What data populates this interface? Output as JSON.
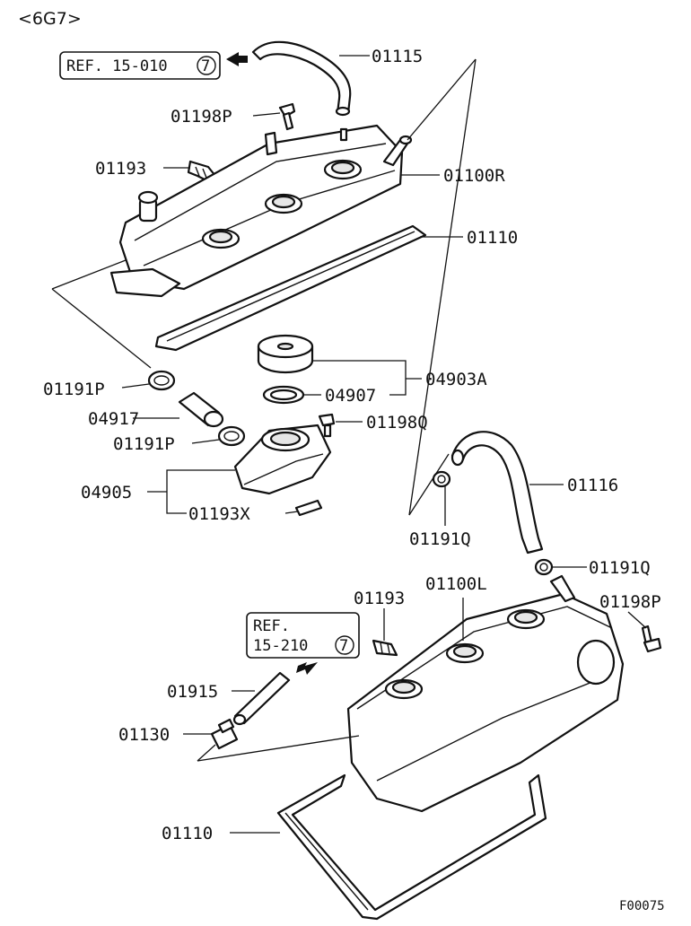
{
  "header": {
    "engine_code": "<6G7>"
  },
  "refs": [
    {
      "text": "REF. 15-010",
      "circled": "7"
    },
    {
      "line1": "REF.",
      "line2": "15-210",
      "circled": "7"
    }
  ],
  "parts": {
    "p01115": "01115",
    "p01198P_top": "01198P",
    "p01193_top": "01193",
    "p01100R": "01100R",
    "p01110_top": "01110",
    "p04903A": "04903A",
    "p04907": "04907",
    "p01191P_1": "01191P",
    "p04917": "04917",
    "p01198Q": "01198Q",
    "p01191P_2": "01191P",
    "p04905": "04905",
    "p01193X": "01193X",
    "p01116": "01116",
    "p01191Q_1": "01191Q",
    "p01191Q_2": "01191Q",
    "p01100L": "01100L",
    "p01193_bottom": "01193",
    "p01198P_bottom": "01198P",
    "p01915": "01915",
    "p01130": "01130",
    "p01110_bottom": "01110"
  },
  "footer": {
    "figure_code": "F00075"
  }
}
